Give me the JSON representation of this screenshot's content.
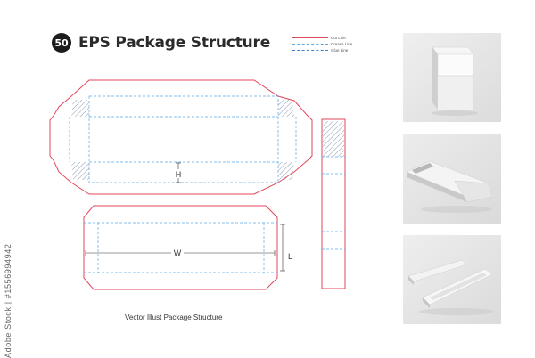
{
  "header": {
    "badge": "50",
    "title": "EPS Package Structure"
  },
  "legend": [
    {
      "label": "Cut Line",
      "color": "#e0475a",
      "style": "solid"
    },
    {
      "label": "Crease Line",
      "color": "#5aa9e6",
      "style": "dashed"
    },
    {
      "label": "Glue Line",
      "color": "#3d7fcf",
      "style": "dashed"
    }
  ],
  "dimensions": {
    "height": "H",
    "width": "W",
    "length": "L"
  },
  "caption": "Vector Illust Package Structure",
  "side_text": "Adobe Stock | #1556994942",
  "colors": {
    "cut": "#e0475a",
    "crease": "#5aa9e6",
    "glue_hatch": "#7c8fa6"
  },
  "photos": [
    {
      "name": "closed-box-photo",
      "description": "closed-box"
    },
    {
      "name": "open-lid-photo",
      "description": "open-lid"
    },
    {
      "name": "tray-photo",
      "description": "tray"
    }
  ]
}
